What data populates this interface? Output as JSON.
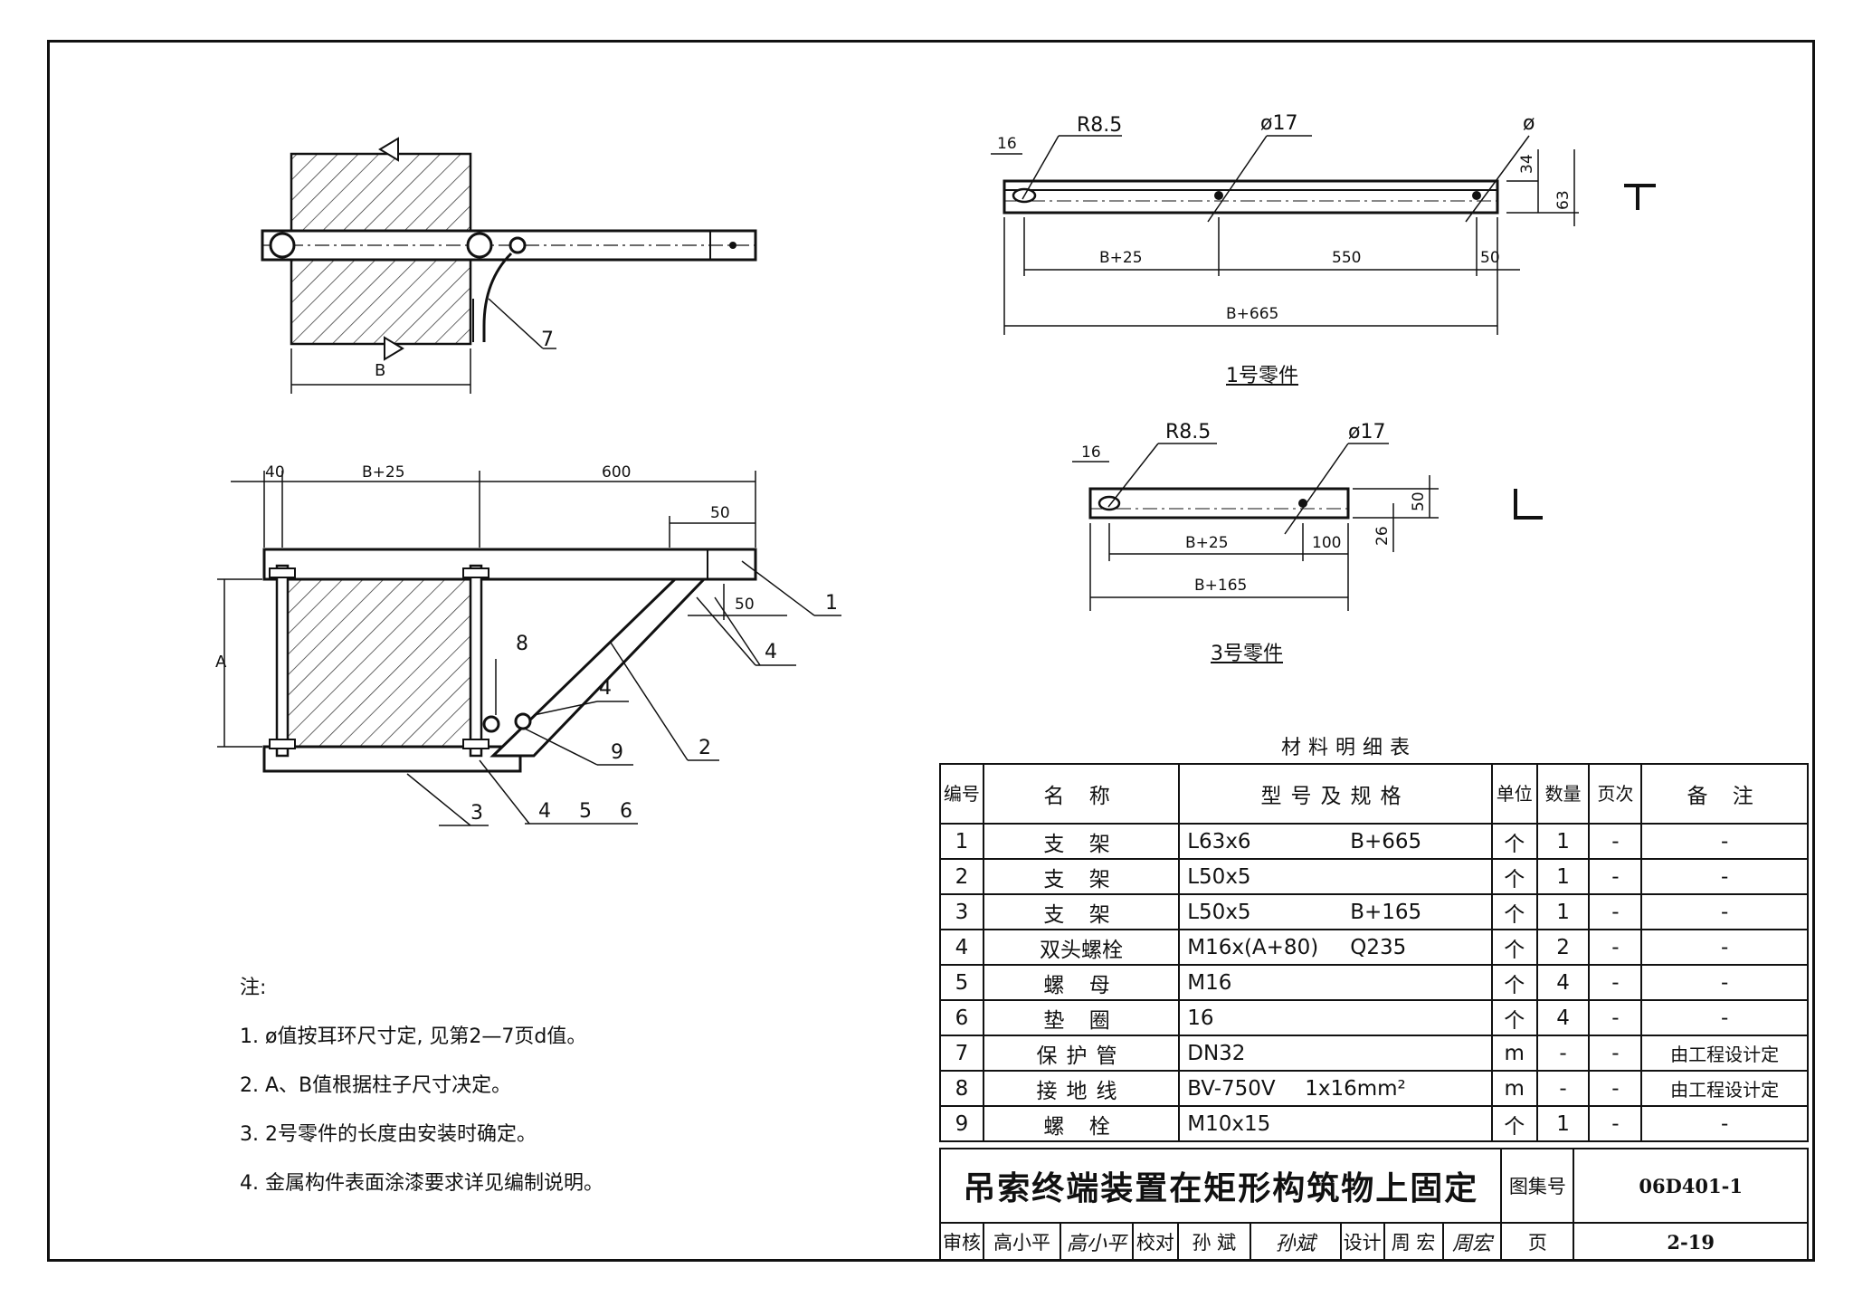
{
  "drawing": {
    "top_view": {
      "dim_b": "B",
      "callout_7": "7"
    },
    "side_view": {
      "dim_40": "40",
      "dim_b25": "B+25",
      "dim_600": "600",
      "dim_50a": "50",
      "dim_50b": "50",
      "dim_a": "A",
      "callouts": {
        "c1": "1",
        "c2": "2",
        "c3": "3",
        "c4a": "4",
        "c4b": "4",
        "c8": "8",
        "c9": "9",
        "c4": "4",
        "c5": "5",
        "c6": "6"
      }
    },
    "part1": {
      "label": "1号零件",
      "r": "R8.5",
      "phi17": "ø17",
      "phi": "ø",
      "d16": "16",
      "d34": "34",
      "d63": "63",
      "d_b25": "B+25",
      "d550": "550",
      "d50": "50",
      "d_b665": "B+665"
    },
    "part3": {
      "label": "3号零件",
      "r": "R8.5",
      "phi17": "ø17",
      "d16": "16",
      "d50": "50",
      "d26": "26",
      "d_b25": "B+25",
      "d100": "100",
      "d_b165": "B+165"
    }
  },
  "notes": {
    "heading": "注:",
    "items": [
      "1. ø值按耳环尺寸定, 见第2—7页d值。",
      "2. A、B值根据柱子尺寸决定。",
      "3. 2号零件的长度由安装时确定。",
      "4. 金属构件表面涂漆要求详见编制说明。"
    ]
  },
  "table": {
    "caption": "材料明细表",
    "headers": {
      "no": "编号",
      "name": "名 称",
      "spec": "型号及规格",
      "unit": "单位",
      "qty": "数量",
      "page": "页次",
      "remark": "备 注"
    },
    "rows": [
      {
        "no": "1",
        "name": "支 架",
        "spec": "L63x6",
        "spec2": "B+665",
        "unit": "个",
        "qty": "1",
        "page": "-",
        "remark": "-"
      },
      {
        "no": "2",
        "name": "支 架",
        "spec": "L50x5",
        "spec2": "",
        "unit": "个",
        "qty": "1",
        "page": "-",
        "remark": "-"
      },
      {
        "no": "3",
        "name": "支 架",
        "spec": "L50x5",
        "spec2": "B+165",
        "unit": "个",
        "qty": "1",
        "page": "-",
        "remark": "-"
      },
      {
        "no": "4",
        "name": "双头螺栓",
        "spec": "M16x(A+80)",
        "spec2": "Q235",
        "unit": "个",
        "qty": "2",
        "page": "-",
        "remark": "-"
      },
      {
        "no": "5",
        "name": "螺 母",
        "spec": "M16",
        "spec2": "",
        "unit": "个",
        "qty": "4",
        "page": "-",
        "remark": "-"
      },
      {
        "no": "6",
        "name": "垫 圈",
        "spec": "16",
        "spec2": "",
        "unit": "个",
        "qty": "4",
        "page": "-",
        "remark": "-"
      },
      {
        "no": "7",
        "name": "保护管",
        "spec": "DN32",
        "spec2": "",
        "unit": "m",
        "qty": "-",
        "page": "-",
        "remark": "由工程设计定"
      },
      {
        "no": "8",
        "name": "接地线",
        "spec": "BV-750V",
        "spec2": "1x16mm²",
        "unit": "m",
        "qty": "-",
        "page": "-",
        "remark": "由工程设计定"
      },
      {
        "no": "9",
        "name": "螺 栓",
        "spec": "M10x15",
        "spec2": "",
        "unit": "个",
        "qty": "1",
        "page": "-",
        "remark": "-"
      }
    ]
  },
  "title_block": {
    "title": "吊索终端装置在矩形构筑物上固定",
    "atlas_label": "图集号",
    "atlas_no": "06D401-1",
    "review_label": "审核",
    "reviewer": "高小平",
    "reviewer_sign": "高小平",
    "check_label": "校对",
    "checker": "孙 斌",
    "checker_sign": "孙斌",
    "design_label": "设计",
    "designer": "周 宏",
    "designer_sign": "周宏",
    "page_label": "页",
    "page_no": "2-19"
  }
}
